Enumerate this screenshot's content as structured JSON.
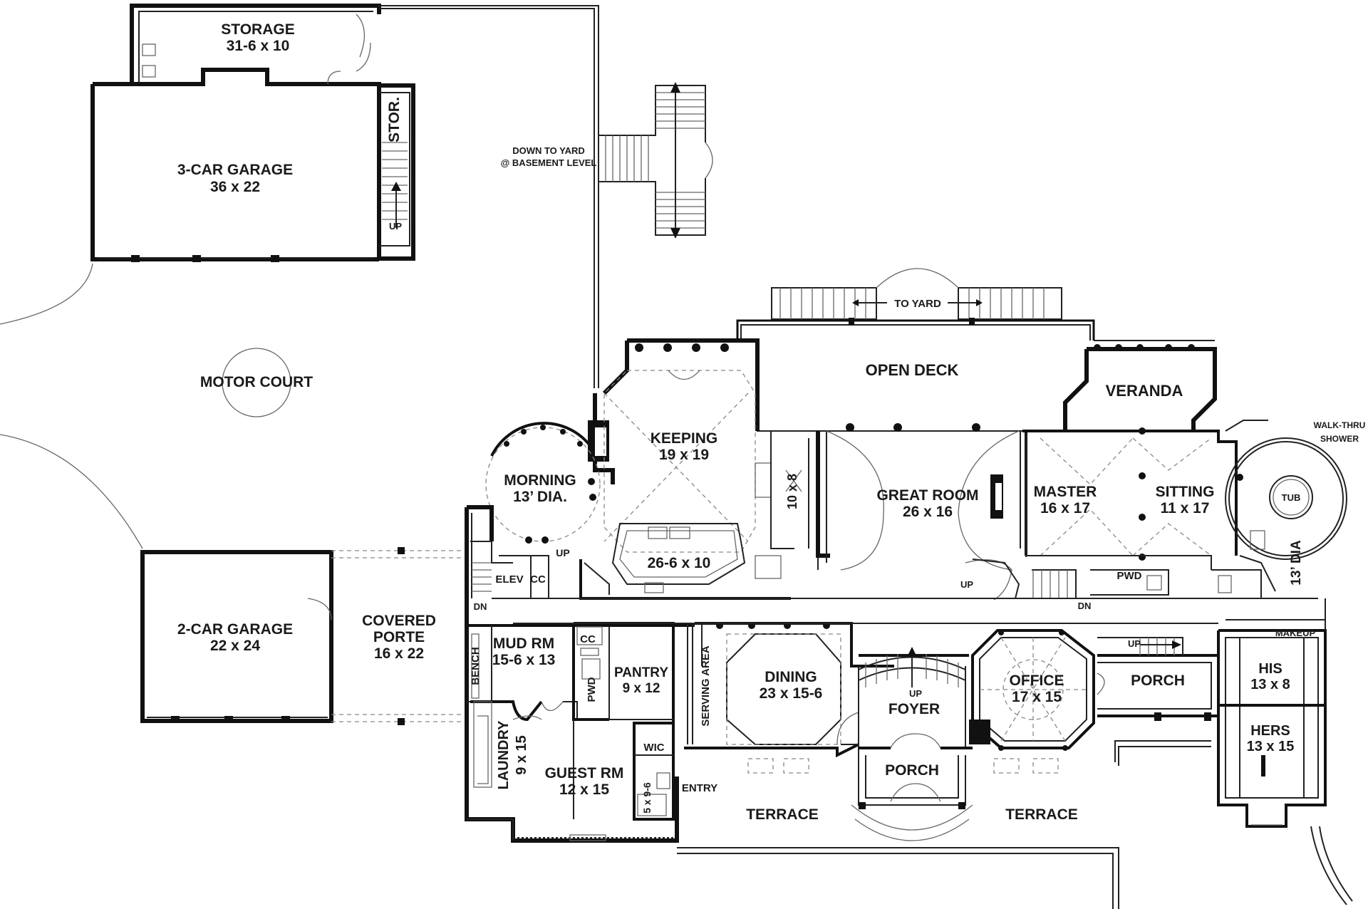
{
  "plan": {
    "rooms": {
      "storage_name": "STORAGE",
      "storage_size": "31-6 x 10",
      "stor": "STOR.",
      "garage3_name": "3-CAR GARAGE",
      "garage3_size": "36 x 22",
      "up_garage": "UP",
      "motor_court": "MOTOR COURT",
      "down_yard_1": "DOWN TO YARD",
      "down_yard_2": "@ BASEMENT LEVEL",
      "to_yard": "TO YARD",
      "open_deck": "OPEN DECK",
      "veranda": "VERANDA",
      "walk_thru_1": "WALK-THRU",
      "walk_thru_2": "SHOWER",
      "keeping_name": "KEEPING",
      "keeping_size": "19 x 19",
      "morning_name": "MORNING",
      "morning_size": "13’ DIA.",
      "kitchen_size": "26-6 x 10",
      "pantry_small": "10 x 8",
      "great_name": "GREAT ROOM",
      "great_size": "26 x 16",
      "master_name": "MASTER",
      "master_size": "16 x 17",
      "sitting_name": "SITTING",
      "sitting_size": "11 x 17",
      "tub": "TUB",
      "dia13": "13’ DIA",
      "up_morning": "UP",
      "elev": "ELEV",
      "cc1": "CC",
      "dn1": "DN",
      "up_great": "UP",
      "dn_great": "DN",
      "pwd_master": "PWD",
      "garage2_name": "2-CAR GARAGE",
      "garage2_size": "22 x 24",
      "porte_1": "COVERED",
      "porte_2": "PORTE",
      "porte_size": "16 x 22",
      "mud_name": "MUD RM",
      "mud_size": "15-6 x 13",
      "bench": "BENCH",
      "cc2": "CC",
      "pwd2": "PWD",
      "pantry_name": "PANTRY",
      "pantry_size": "9 x 12",
      "serving": "SERVING AREA",
      "dining_name": "DINING",
      "dining_size": "23 x 15-6",
      "up_foyer": "UP",
      "foyer": "FOYER",
      "office_name": "OFFICE",
      "office_size": "17 x 15",
      "porch_east": "PORCH",
      "up_porch": "UP",
      "makeup": "MAKEUP",
      "his_name": "HIS",
      "his_size": "13 x 8",
      "hers_name": "HERS",
      "hers_size": "13 x 15",
      "laundry_name": "LAUNDRY",
      "laundry_size": "9 x 15",
      "wic": "WIC",
      "guest_name": "GUEST RM",
      "guest_size": "12 x 15",
      "bath_size": "5 x 9-6",
      "entry": "ENTRY",
      "porch_front": "PORCH",
      "terrace_w": "TERRACE",
      "terrace_e": "TERRACE"
    }
  }
}
